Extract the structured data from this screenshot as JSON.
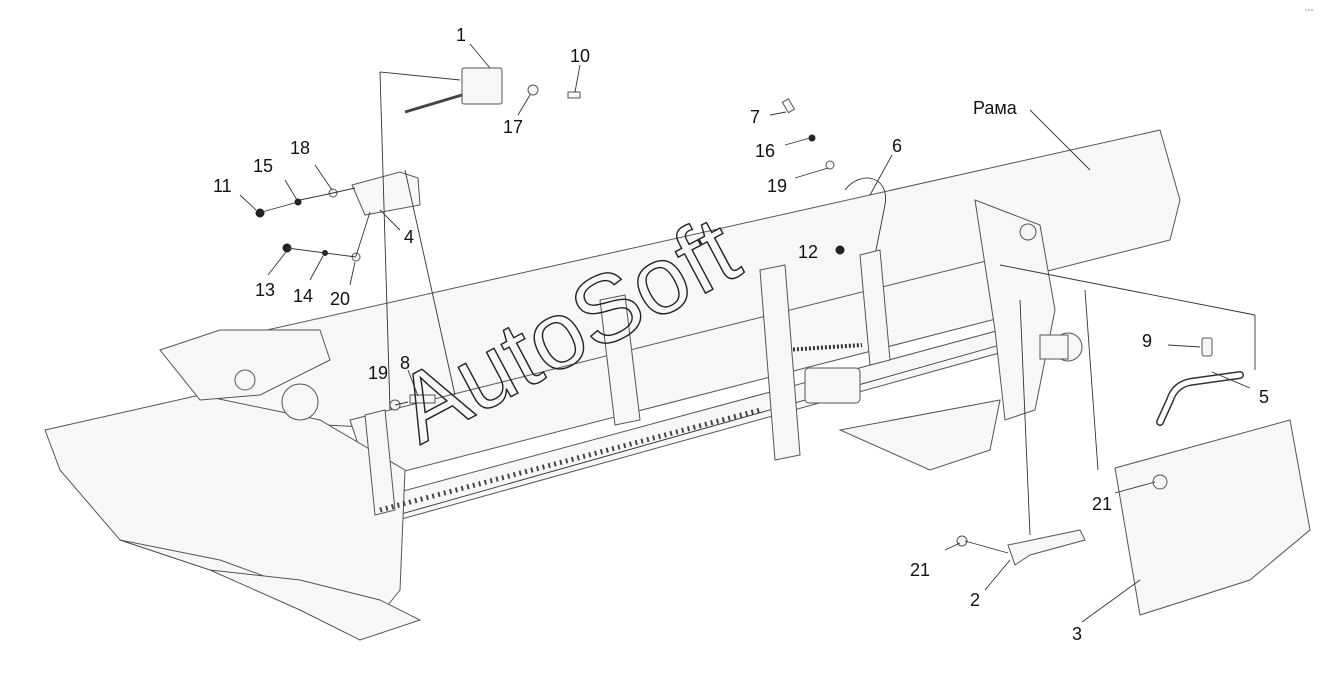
{
  "watermark": "AutoSoft",
  "corner_mark": "°°°",
  "labels": {
    "l1": "1",
    "l10": "10",
    "l17": "17",
    "l11": "11",
    "l15": "15",
    "l18": "18",
    "l4": "4",
    "l13": "13",
    "l14": "14",
    "l20": "20",
    "l7": "7",
    "l16": "16",
    "l19a": "19",
    "l6": "6",
    "l12": "12",
    "frame": "Рама",
    "l19b": "19",
    "l8": "8",
    "l9": "9",
    "l5": "5",
    "l21a": "21",
    "l21b": "21",
    "l2": "2",
    "l3": "3"
  }
}
